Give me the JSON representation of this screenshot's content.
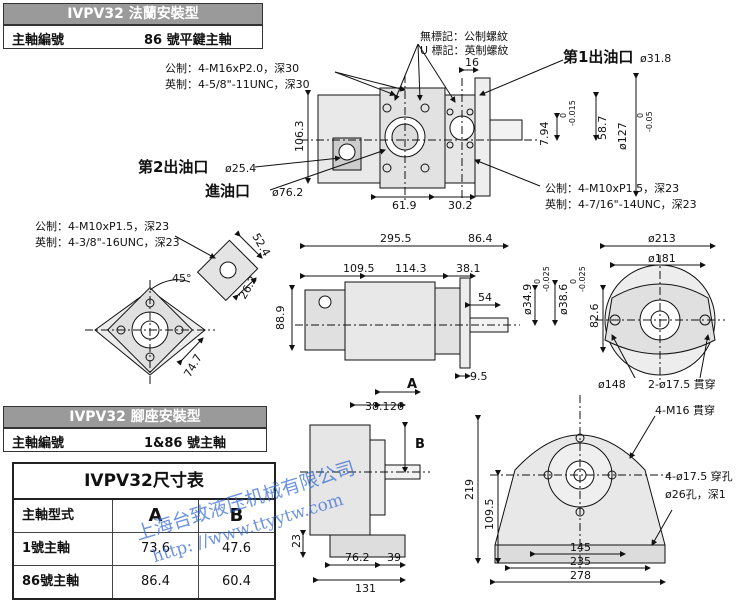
{
  "flange_section": {
    "title": "IVPV32 法蘭安裝型",
    "shaft_label": "主軸編號",
    "shaft_value": "86 號平鍵主軸"
  },
  "foot_section": {
    "title": "IVPV32 腳座安裝型",
    "shaft_label": "主軸編號",
    "shaft_value": "1&86 號主軸"
  },
  "dimension_table": {
    "title": "IVPV32尺寸表",
    "header": [
      "主軸型式",
      "A",
      "B"
    ],
    "rows": [
      [
        "1號主軸",
        "73.6",
        "47.6"
      ],
      [
        "86號主軸",
        "86.4",
        "60.4"
      ]
    ]
  },
  "watermark": {
    "company": "上海台致液压机械有限公司",
    "url": "http: //www.ttyytw.com"
  },
  "top_view": {
    "note_no_mark": "無標記：公制螺紋",
    "note_u_mark": "U 標記：英制螺紋",
    "outlet1": "第1出油口",
    "outlet1_dia": "ø31.8",
    "outlet2": "第2出油口",
    "outlet2_dia": "ø25.4",
    "inlet": "進油口",
    "inlet_dia": "ø76.2",
    "thread_metric_a": "公制：4-M16xP2.0，深30",
    "thread_inch_a": "英制：4-5/8\"-11UNC，深30",
    "thread_metric_b": "公制：4-M10xP1.5，深23",
    "thread_inch_b": "英制：4-7/16\"-14UNC，深23",
    "dim_16": "16",
    "dim_106_3": "106.3",
    "dim_61_9": "61.9",
    "dim_30_2": "30.2",
    "dim_7_94": "7.94",
    "tol_7_94_upper": "0",
    "tol_7_94_lower": "-0.015",
    "dim_58_7": "58.7",
    "dim_127": "ø127",
    "tol_127_upper": "0",
    "tol_127_lower": "-0.05"
  },
  "middle_view": {
    "thread_metric": "公制：4-M10xP1.5，深23",
    "thread_inch": "英制：4-3/8\"-16UNC，深23",
    "dim_52_4": "52.4",
    "dim_26_2": "26.2",
    "dim_45": "45°",
    "dim_74_7": "74.7",
    "dim_295_5": "295.5",
    "dim_86_4": "86.4",
    "dim_109_5": "109.5",
    "dim_114_3": "114.3",
    "dim_38_1": "38.1",
    "dim_54": "54",
    "dim_88_9": "88.9",
    "dim_34_9": "ø34.9",
    "tol_34_9_upper": "0",
    "tol_34_9_lower": "-0.025",
    "dim_38_6": "ø38.6",
    "tol_38_6_upper": "0",
    "tol_38_6_lower": "-0.025",
    "dim_9_5": "9.5",
    "dim_213": "ø213",
    "dim_181": "ø181",
    "dim_82_6": "82.6",
    "dim_148": "ø148",
    "dim_2_17_5": "2-ø17.5 貫穿"
  },
  "bottom_view": {
    "label_a": "A",
    "label_b": "B",
    "dim_38_1": "38.1",
    "dim_26": "26",
    "dim_23": "23",
    "dim_76_2": "76.2",
    "dim_39": "39",
    "dim_131": "131",
    "dim_219": "219",
    "dim_109_5": "109.5",
    "dim_145": "145",
    "dim_235": "235",
    "dim_278": "278",
    "note_m16": "4-M16 貫穿",
    "note_17_5": "4-ø17.5 穿孔",
    "note_26": "ø26孔，深1"
  }
}
